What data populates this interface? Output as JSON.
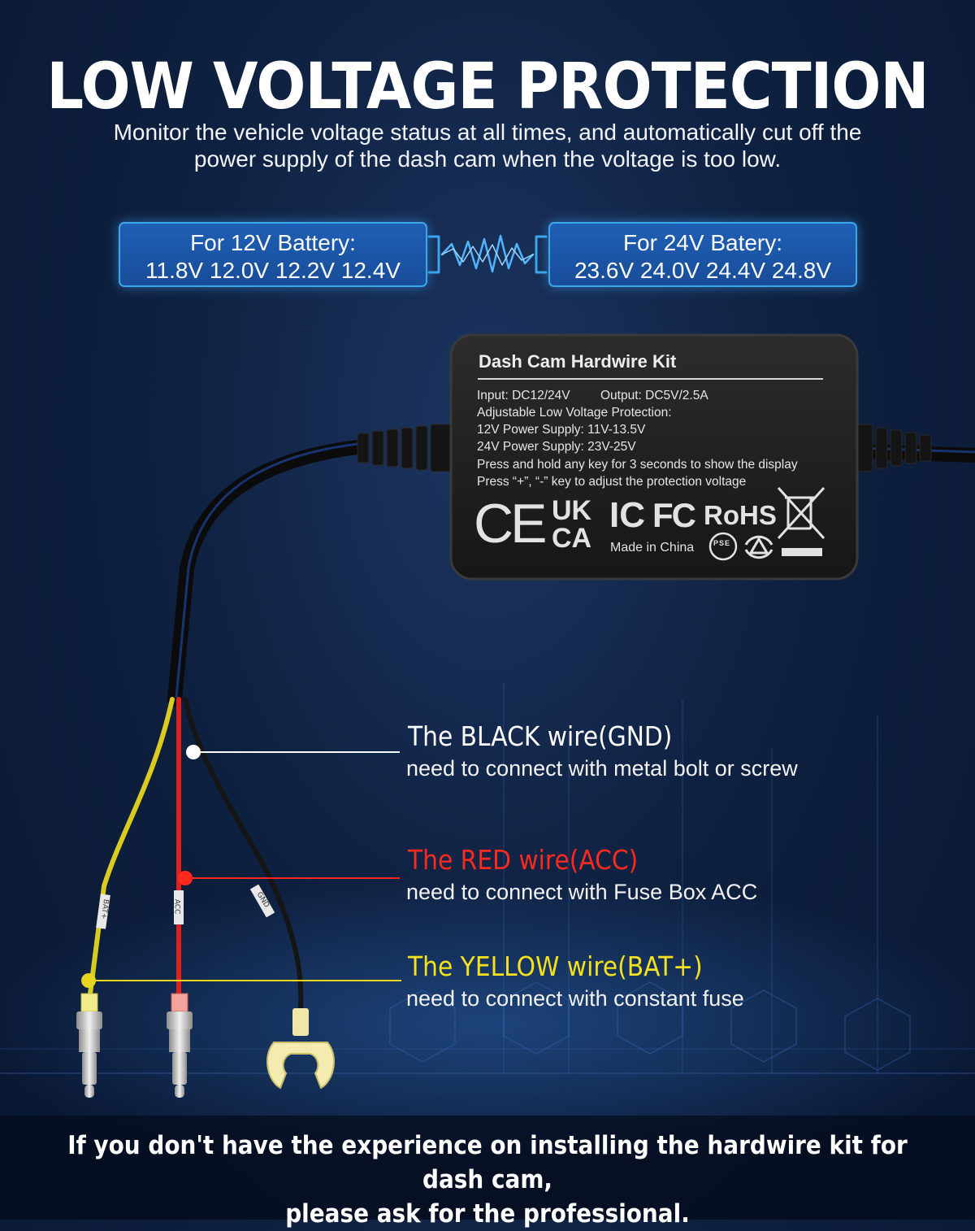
{
  "header": {
    "title": "LOW VOLTAGE PROTECTION",
    "subtitle_line1": "Monitor the vehicle voltage status at all times, and automatically cut off the",
    "subtitle_line2": "power supply of the dash cam when the voltage is too low."
  },
  "battery_12v": {
    "title": "For 12V Battery:",
    "values": "11.8V 12.0V 12.2V 12.4V"
  },
  "battery_24v": {
    "title": "For 24V Batery:",
    "values": "23.6V 24.0V 24.4V 24.8V"
  },
  "kit": {
    "title": "Dash Cam Hardwire Kit",
    "input": "Input: DC12/24V",
    "output": "Output: DC5V/2.5A",
    "spec2": "Adjustable Low Voltage Protection:",
    "spec3": "12V Power Supply: 11V-13.5V",
    "spec4": "24V Power Supply: 23V-25V",
    "spec5": "Press and hold any key for 3 seconds to show the display",
    "spec6": "Press “+”, “-” key to adjust the protection voltage",
    "cert_ce": "CE",
    "cert_uk": "UK",
    "cert_ca": "CA",
    "cert_ic": "IC",
    "cert_fc": "FC",
    "cert_rohs": "RoHS",
    "made_in": "Made in China",
    "pse": "PSE"
  },
  "wires": {
    "black": {
      "title": "The BLACK wire(GND)",
      "desc": "need to connect with metal bolt or screw",
      "color": "#ffffff"
    },
    "red": {
      "title": "The RED wire(ACC)",
      "desc": "need to connect with Fuse Box ACC",
      "color": "#ff2a1f"
    },
    "yellow": {
      "title": "The YELLOW wire(BAT+)",
      "desc": "need to connect with constant fuse",
      "color": "#f5e21a"
    }
  },
  "wire_tags": {
    "bat": "BAT+",
    "acc": "ACC",
    "gnd": "GND"
  },
  "footer": {
    "line1": "If you don't have the experience on installing the hardwire kit for dash cam,",
    "line2": "please ask for the professional."
  },
  "colors": {
    "background": "#0f2141",
    "battery_box": "#1f5fb5",
    "battery_border": "#3aa6ec",
    "wire_yellow": "#d9cb1f",
    "wire_red": "#e0201a",
    "wire_black": "#151515"
  },
  "icons": {
    "waveform": "voltage-waveform-icon",
    "weee": "crossed-bin-icon",
    "recycle": "recycle-icon"
  }
}
